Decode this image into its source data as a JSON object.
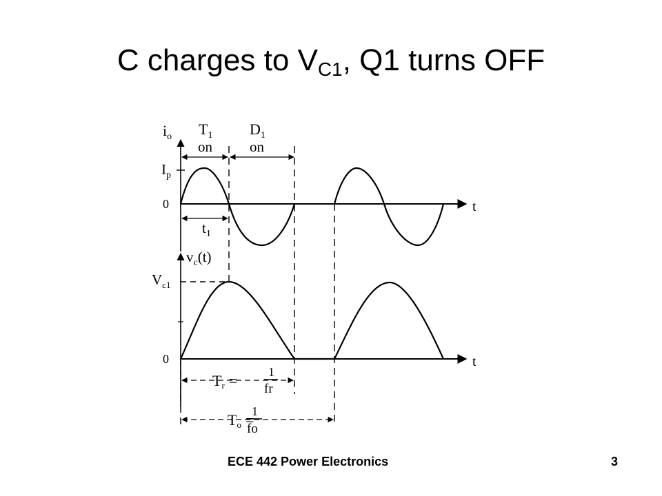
{
  "slide": {
    "title_main": "C charges to V",
    "title_sub": "C1",
    "title_rest": ", Q1 turns OFF",
    "footer_course": "ECE 442 Power Electronics",
    "page_number": "3"
  },
  "diagram": {
    "labels": {
      "io_base": "i",
      "io_sub": "o",
      "ip_base": "I",
      "ip_sub": "p",
      "zero_top": "0",
      "t_axis_top": "t",
      "t1_on_base": "T",
      "t1_on_sub": "1",
      "t1_on_word": "on",
      "d1_on_base": "D",
      "d1_on_sub": "1",
      "d1_on_word": "on",
      "t1_small_base": "t",
      "t1_small_sub": "1",
      "vc_base": "v",
      "vc_sub": "c",
      "vc_arg": "(t)",
      "vc1_base": "V",
      "vc1_sub": "c1",
      "zero_bottom": "0",
      "t_axis_bottom": "t",
      "tr_base": "T",
      "tr_sub": "r",
      "tr_eq": "=",
      "tr_num": "1",
      "tr_den": "fr",
      "to_base": "T",
      "to_sub": "o",
      "to_eq": "=",
      "to_num": "1",
      "to_den": "fo"
    }
  }
}
